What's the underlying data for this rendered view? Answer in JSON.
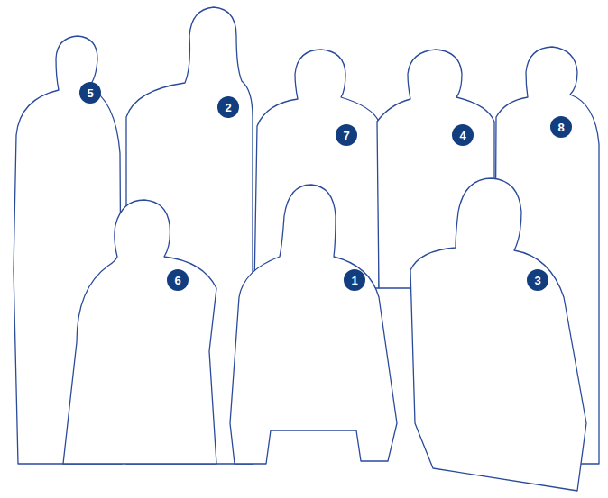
{
  "diagram": {
    "labels": [
      "5",
      "2",
      "7",
      "4",
      "8",
      "6",
      "1",
      "3"
    ]
  }
}
